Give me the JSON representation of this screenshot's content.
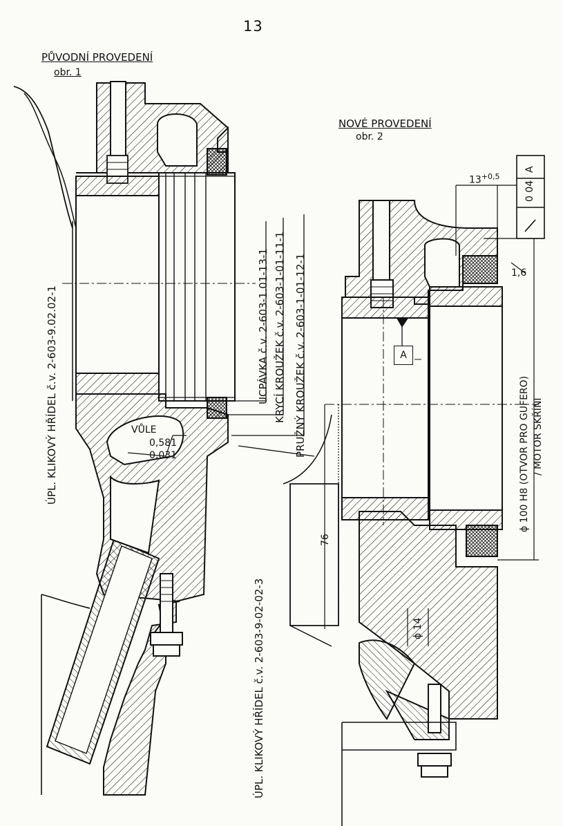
{
  "page_number": "13",
  "left_figure": {
    "title": "PŮVODNÍ PROVEDENÍ",
    "subtitle": "obr. 1",
    "vertical_label": "ÚPL. KLIKOVÝ HŘÍDEL č.v. 2-603-9.02.02-1",
    "clearance_title": "VŮLE",
    "clearance_max": "0,581",
    "clearance_min": "0,031"
  },
  "callouts": {
    "seal": "UCPÁVKA č.v. 2-603-1.01-13-1",
    "cover_ring": "KRYCÍ KROUŽEK č.v. 2-603-1-01-11-1",
    "spring_ring": "PRUŽNÝ KROUŽEK č.v. 2-603-1-01-12-1",
    "shaft_new": "ÚPL. KLIKOVÝ HŘÍDEL č.v. 2-603-9-02-02-3"
  },
  "right_figure": {
    "title": "NOVÉ PROVEDENÍ",
    "subtitle": "obr. 2",
    "dim_top": "13",
    "dim_top_tol": "+0,5",
    "tol_value": "0 04",
    "tol_datum": "A",
    "roughness": "1,6",
    "datum_box": "A",
    "bore_note": "ϕ 100 H8 (OTVOR PRO GUFERO)",
    "bore_note2": "/ MOTOR SKŘÍNI",
    "dim_length": "76",
    "dim_hole": "ϕ 14"
  }
}
